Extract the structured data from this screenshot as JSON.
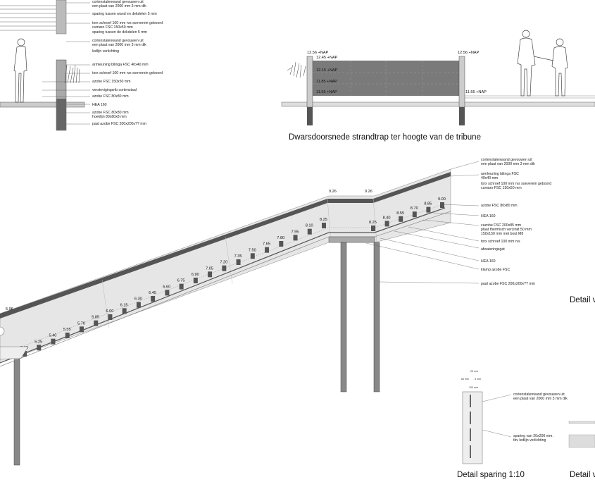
{
  "top_left_labels": [
    "cortenstalenwand gevouwen uit",
    "een plaat van 2000 mm 3 mm dik",
    "sparing tussen wand en dekdelen 5 mm",
    "torx schroef 100 mm rvs soeverein geboord",
    "cumaro FSC 150x50 mm",
    "sparing tussen de dekdelen 5 mm",
    "cortenstalenwand gevouwen uit",
    "een plaat van 2000 mm 3 mm dik",
    "ledlijn verlichting",
    "armleuning bilinga FSC 40x40 mm",
    "torx schroef 100 mm rvs soeverein geboord",
    "azobe FSC 150x50 mm",
    "verstevigingsrib cortenstaal",
    "azobe FSC 80x80 mm",
    "HEA 160",
    "azobe FSC 80x80 mm",
    "hoeklijn 80x80x8 mm",
    "paal azobe FSC 200x200x?? mm"
  ],
  "cross_section": {
    "title": "Dwarsdoorsnede  strandtrap ter hoogte van de tribune",
    "levels": [
      "12.56 +NAP",
      "12.45 +NAP",
      "12.15 +NAP",
      "11.85 +NAP",
      "11.55 +NAP",
      "12.56 +NAP",
      "11.55 +NAP"
    ]
  },
  "stair": {
    "step_levels": [
      "5.10",
      "5.25",
      "5.40",
      "5.55",
      "5.70",
      "5.85",
      "6.00",
      "6.15",
      "6.30",
      "6.45",
      "6.60",
      "6.75",
      "6.90",
      "7.05",
      "7.20",
      "7.35",
      "7.50",
      "7.65",
      "7.80",
      "7.95",
      "8.10",
      "8.25",
      "8.25",
      "8.40",
      "8.55",
      "8.70",
      "8.85",
      "9.00"
    ],
    "rail_levels": [
      "5.96",
      "9.26",
      "9.26"
    ]
  },
  "stair_labels": [
    "cortenstalenwand gevouwen uit",
    "een plaat van 2000 mm 3 mm dik",
    "armleuning bilinga FSC",
    "40x40 mm",
    "torx schroef 100 mm rvs soeverein geboord",
    "cumaro FSC 150x50 mm",
    "azobe FSC 80x80 mm",
    "HEA 160",
    "cazobe FSC 200x85 mm",
    "plaat thermisch verzinkt 50 mm",
    "150x150 mm met bout M8",
    "torx schroef 100 mm rvs",
    "afwateringsgat",
    "HEA 160",
    "klamp azobe FSC",
    "paal azobe FSC 200x200x?? mm"
  ],
  "detail_sparing": {
    "title": "Detail sparing 1:10",
    "dims_top": [
      "25 mm",
      "60 mm",
      "5 mm",
      "100 mm"
    ],
    "labels": [
      "cortenstalenwand gevouwen uit",
      "een plaat van 2000 mm 3 mm dik",
      "sparing van 20x200 mm.",
      "tbv ledlijn verlichting"
    ]
  },
  "right_titles": [
    "Detail v",
    "Detail v"
  ]
}
